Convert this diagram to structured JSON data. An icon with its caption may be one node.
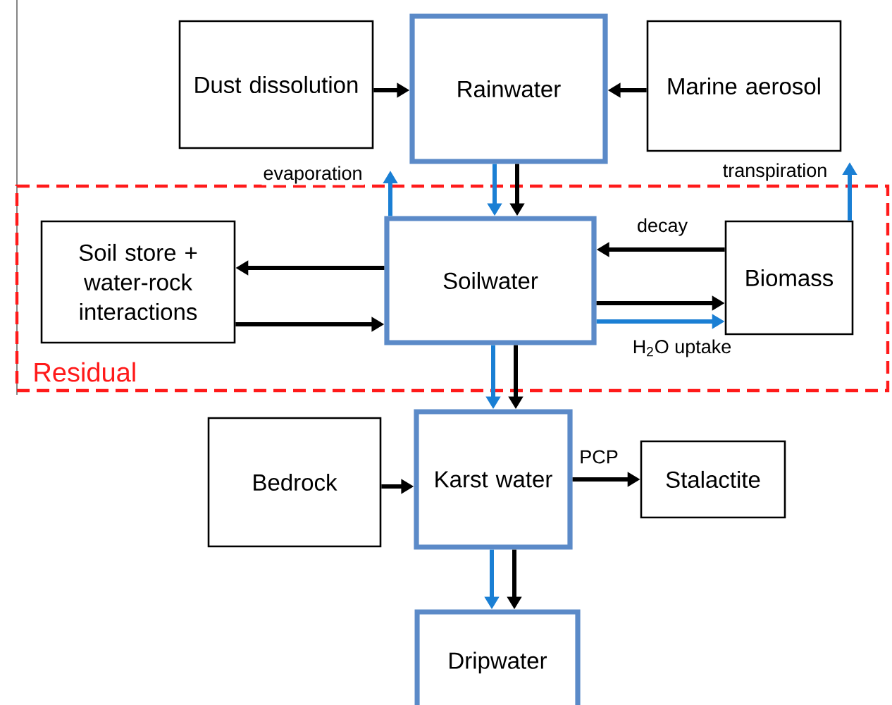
{
  "diagram": {
    "nodes": [
      {
        "text": [
          "Dust dissolution"
        ]
      },
      {
        "text": [
          "Rainwater"
        ]
      },
      {
        "text": [
          "Marine aerosol"
        ]
      },
      {
        "text": [
          "Residual"
        ]
      },
      {
        "text": [
          "Soil store + water-rock interactions"
        ],
        "in": 3
      },
      {
        "text": [
          "Soilwater"
        ],
        "in": 3
      },
      {
        "text": [
          "Biomass"
        ],
        "in": 3
      },
      {
        "text": [
          "Bedrock"
        ]
      },
      {
        "text": [
          "Karst water"
        ]
      },
      {
        "text": [
          "Stalactite"
        ]
      },
      {
        "text": [
          "Dripwater"
        ]
      }
    ],
    "edges": [
      {
        "from": 0,
        "to": 1,
        "arrow": "to"
      },
      {
        "from": 2,
        "to": 1,
        "arrow": "to"
      },
      {
        "from": 1,
        "to": 5,
        "arrow": "to",
        "color": "#1a7fd4"
      },
      {
        "from": 1,
        "to": 5,
        "arrow": "to"
      },
      {
        "from": 5,
        "to": null,
        "arrow": "to",
        "label": "evaporation",
        "color": "#1a7fd4"
      },
      {
        "from": 6,
        "to": null,
        "arrow": "to",
        "label": "transpiration",
        "color": "#1a7fd4"
      },
      {
        "from": 6,
        "to": 5,
        "arrow": "to",
        "label": "decay"
      },
      {
        "from": 5,
        "to": 4,
        "arrow": "to"
      },
      {
        "from": 4,
        "to": 5,
        "arrow": "to"
      },
      {
        "from": 5,
        "to": 6,
        "arrow": "to"
      },
      {
        "from": 5,
        "to": 6,
        "arrow": "to",
        "label": "H$_{2}$O uptake",
        "color": "#1a7fd4"
      },
      {
        "from": 5,
        "to": 8,
        "arrow": "to",
        "color": "#1a7fd4"
      },
      {
        "from": 5,
        "to": 8,
        "arrow": "to"
      },
      {
        "from": 7,
        "to": 8,
        "arrow": "to"
      },
      {
        "from": 8,
        "to": 9,
        "arrow": "to",
        "label": "PCP"
      },
      {
        "from": 8,
        "to": 10,
        "arrow": "to",
        "color": "#1a7fd4"
      },
      {
        "from": 8,
        "to": 10,
        "arrow": "to"
      }
    ]
  }
}
